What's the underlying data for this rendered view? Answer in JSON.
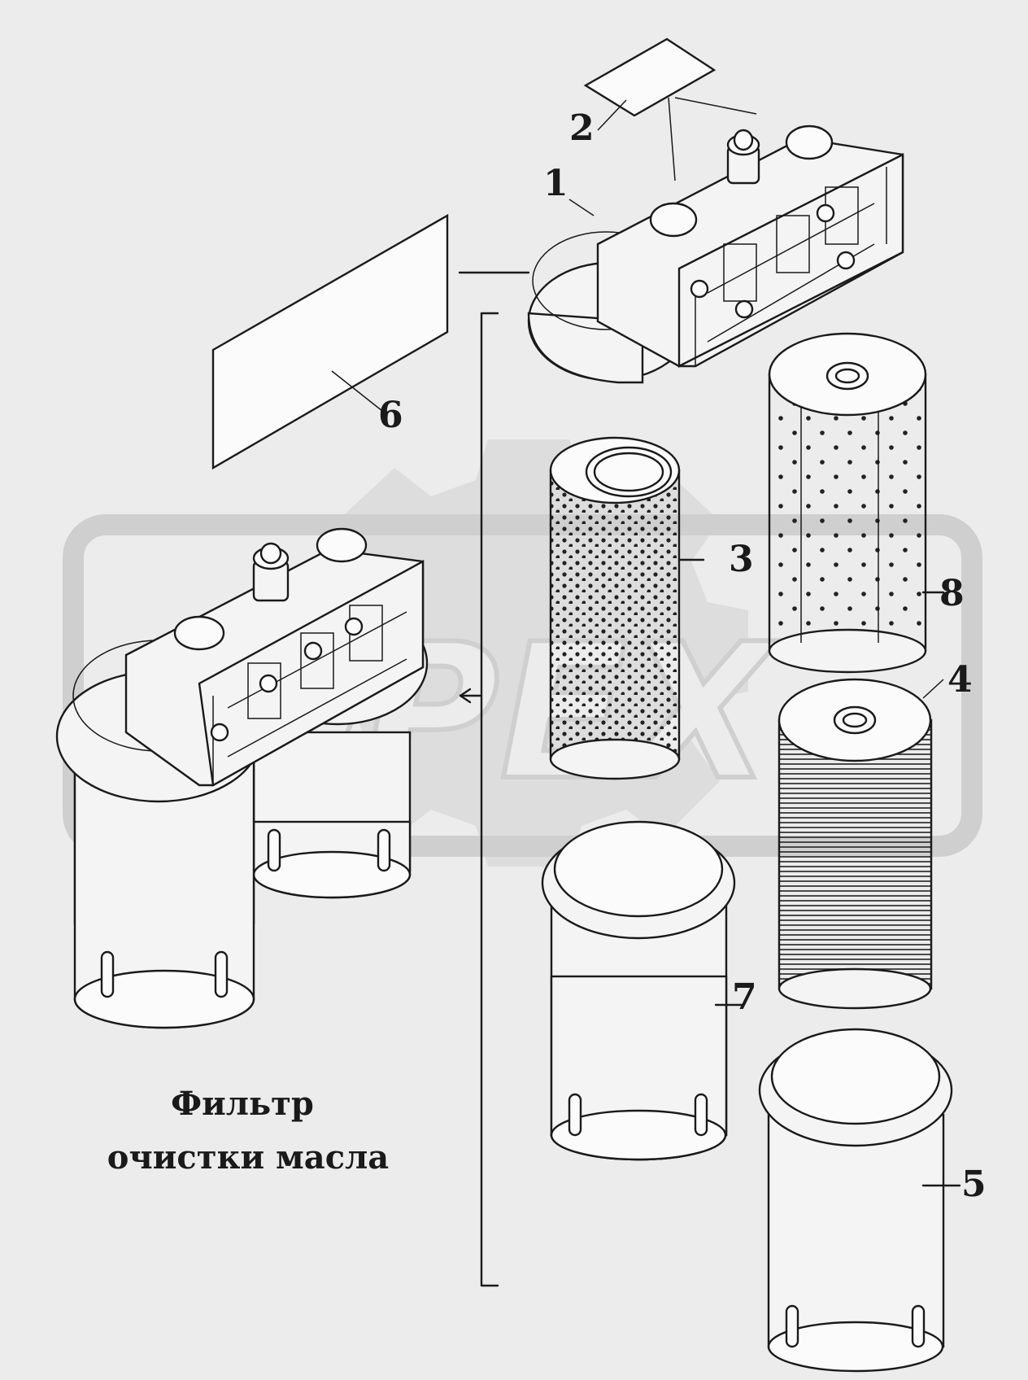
{
  "title": {
    "line1": "Фильтр",
    "line2": "очистки масла"
  },
  "watermark": {
    "text": "OPEX"
  },
  "callouts": [
    {
      "id": "1",
      "label": "1"
    },
    {
      "id": "2",
      "label": "2"
    },
    {
      "id": "3",
      "label": "3"
    },
    {
      "id": "4",
      "label": "4"
    },
    {
      "id": "5",
      "label": "5"
    },
    {
      "id": "6",
      "label": "6"
    },
    {
      "id": "7",
      "label": "7"
    },
    {
      "id": "8",
      "label": "8"
    }
  ],
  "colors": {
    "background": "#ececec",
    "line": "#1a1a1a",
    "watermark": "#d2d2d2"
  }
}
